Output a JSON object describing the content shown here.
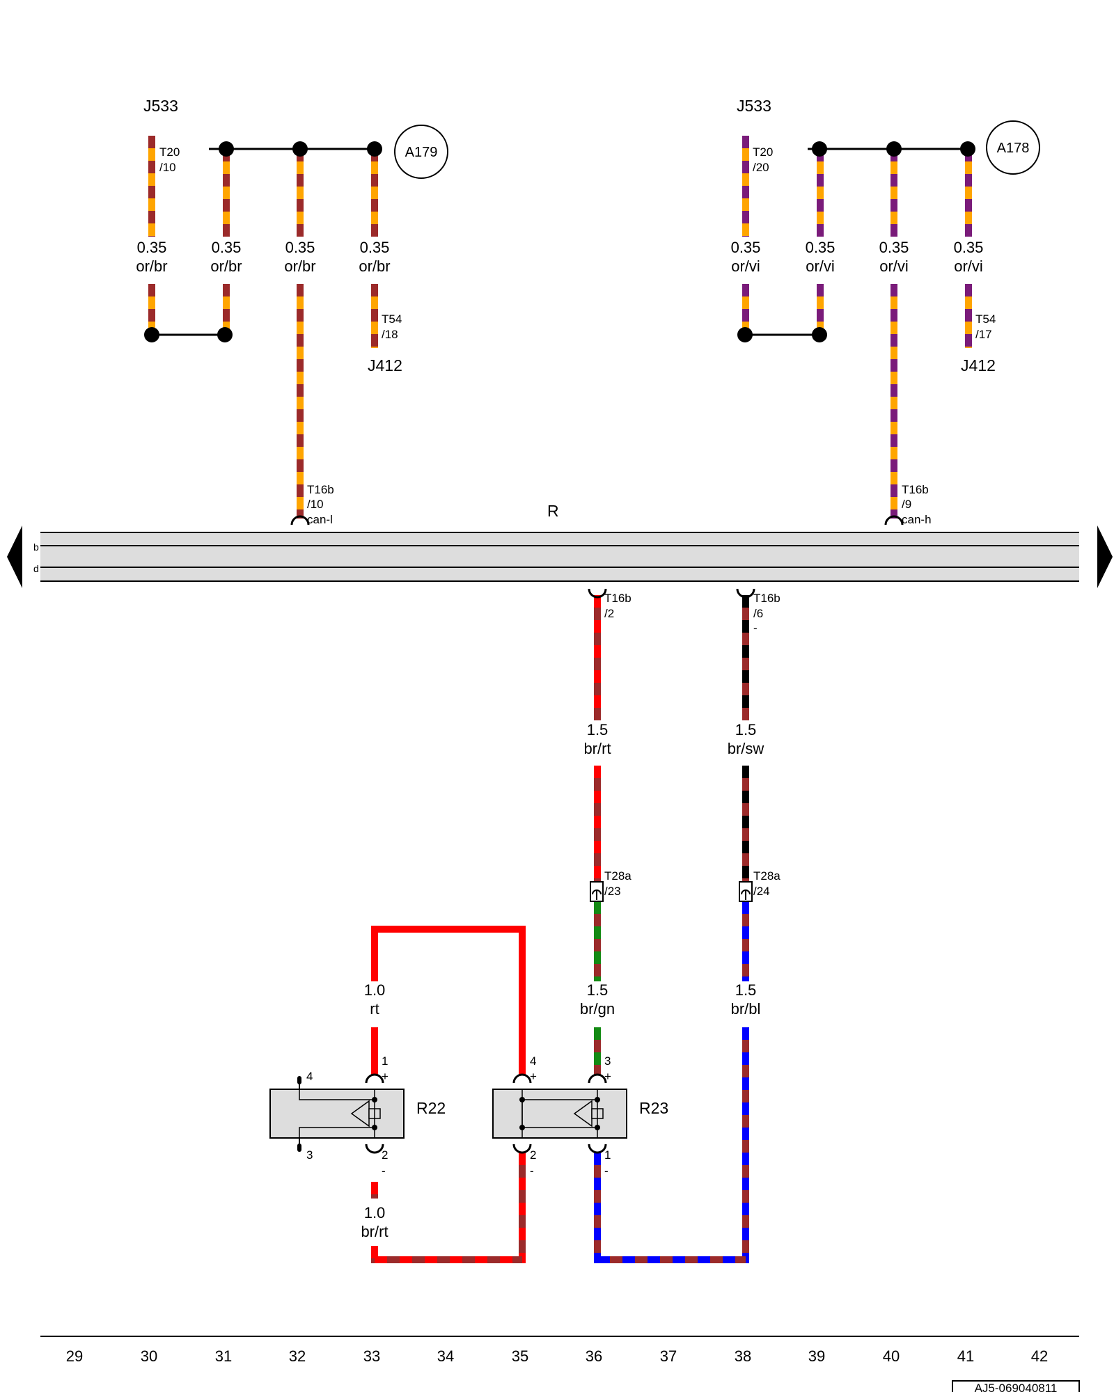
{
  "components": {
    "j533_left": "J533",
    "j533_right": "J533",
    "j412_left": "J412",
    "j412_right": "J412",
    "a179": "A179",
    "a178": "A178",
    "r22": "R22",
    "r23": "R23",
    "harness": "R"
  },
  "connectors": {
    "t20_10": [
      "T20",
      "/10"
    ],
    "t20_20": [
      "T20",
      "/20"
    ],
    "t54_18": [
      "T54",
      "/18"
    ],
    "t54_17": [
      "T54",
      "/17"
    ],
    "t16b_10": [
      "T16b",
      "/10",
      "can-l"
    ],
    "t16b_9": [
      "T16b",
      "/9",
      "can-h"
    ],
    "t16b_2": [
      "T16b",
      "/2"
    ],
    "t16b_6": [
      "T16b",
      "/6",
      "-"
    ],
    "t28a_23": [
      "T28a",
      "/23"
    ],
    "t28a_24": [
      "T28a",
      "/24"
    ]
  },
  "wire_specs": {
    "or_br_1": [
      "0.35",
      "or/br"
    ],
    "or_br_2": [
      "0.35",
      "or/br"
    ],
    "or_br_3": [
      "0.35",
      "or/br"
    ],
    "or_br_4": [
      "0.35",
      "or/br"
    ],
    "or_vi_1": [
      "0.35",
      "or/vi"
    ],
    "or_vi_2": [
      "0.35",
      "or/vi"
    ],
    "or_vi_3": [
      "0.35",
      "or/vi"
    ],
    "or_vi_4": [
      "0.35",
      "or/vi"
    ],
    "br_rt_top": [
      "1.5",
      "br/rt"
    ],
    "br_sw": [
      "1.5",
      "br/sw"
    ],
    "br_gn": [
      "1.5",
      "br/gn"
    ],
    "br_bl": [
      "1.5",
      "br/bl"
    ],
    "rt": [
      "1.0",
      "rt"
    ],
    "br_rt_bottom": [
      "1.0",
      "br/rt"
    ]
  },
  "pins": {
    "r22": [
      "1",
      "+",
      "2",
      "-",
      "4",
      "3"
    ],
    "r23": [
      "4",
      "+",
      "3",
      "+",
      "2",
      "-",
      "1",
      "-"
    ]
  },
  "ruler": [
    "29",
    "30",
    "31",
    "32",
    "33",
    "34",
    "35",
    "36",
    "37",
    "38",
    "39",
    "40",
    "41",
    "42"
  ],
  "doc_id": "AJ5-069040811",
  "colors": {
    "orange": "#ffa500",
    "brown": "#9b2a2a",
    "violet": "#7a1b7a",
    "red": "#ff0000",
    "green": "#138a13",
    "blue": "#0000ff",
    "black": "#000000",
    "harness_fill": "#dddddd"
  }
}
